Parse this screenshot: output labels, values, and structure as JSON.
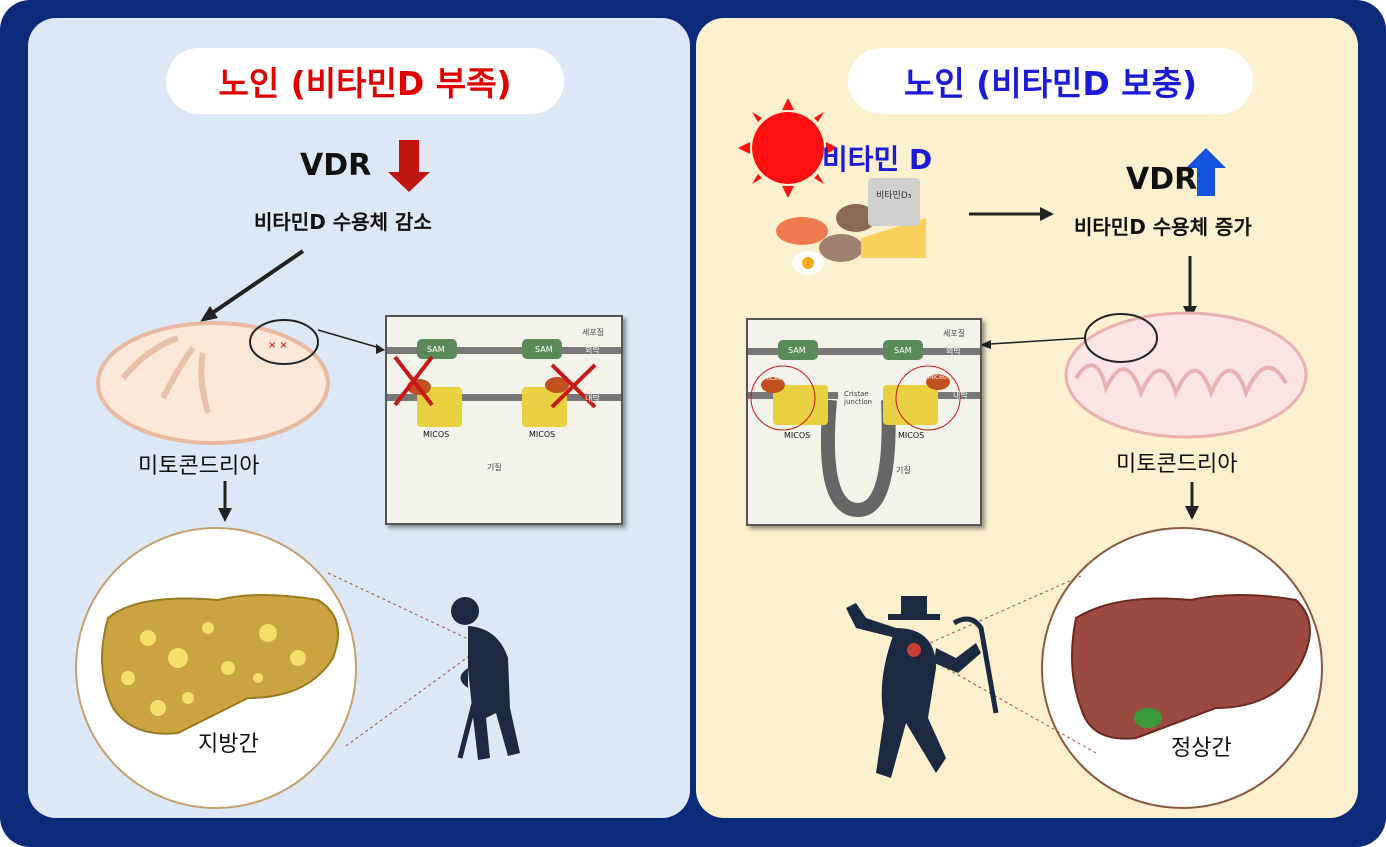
{
  "left": {
    "title": "노인 (비타민D 부족)",
    "vdr": "VDR",
    "vdr_caption": "비타민D 수용체 감소",
    "mito_label": "미토콘드리아",
    "liver_label": "지방간",
    "inset": {
      "cytoplasm": "세포질",
      "outer": "외막",
      "inner": "내막",
      "matrix": "기질",
      "sam": "SAM",
      "micos": "MICOS"
    }
  },
  "right": {
    "title": "노인 (비타민D 보충)",
    "vitd": "비타민 D",
    "bottle": "비타민D₃",
    "vdr": "VDR",
    "vdr_caption": "비타민D 수용체 증가",
    "mito_label": "미토콘드리아",
    "liver_label": "정상간",
    "inset": {
      "cytoplasm": "세포질",
      "outer": "외막",
      "inner": "내막",
      "matrix": "기질",
      "sam": "SAM",
      "micos": "MICOS",
      "cristae": "Cristae junction",
      "mic60": "MIC60"
    }
  },
  "colors": {
    "deficient_title": "#e00000",
    "supplement_title": "#1a1ad8",
    "down_arrow": "#c0150f",
    "up_arrow": "#1452e0",
    "frame": "#0b2a7a"
  }
}
